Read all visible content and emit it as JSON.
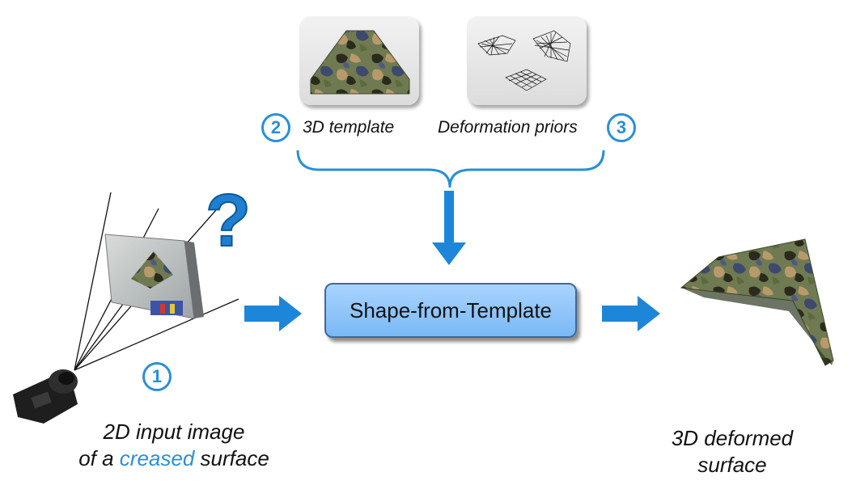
{
  "process": {
    "label": "Shape-from-Template"
  },
  "inputs": {
    "template": {
      "number": "2",
      "label": "3D template"
    },
    "priors": {
      "number": "3",
      "label": "Deformation priors"
    },
    "image": {
      "number": "1",
      "line1": "2D input image",
      "line2_pre": "of a ",
      "line2_emph": "creased",
      "line2_post": " surface"
    }
  },
  "output": {
    "line1": "3D deformed",
    "line2": "surface"
  },
  "question_mark": "?",
  "colors": {
    "accent": "#2a8fd6",
    "arrow": "#1e86d8",
    "box_fill": "#8ec6fb",
    "box_border": "#3d6a9a",
    "emphasis": "#2a8fd6"
  }
}
